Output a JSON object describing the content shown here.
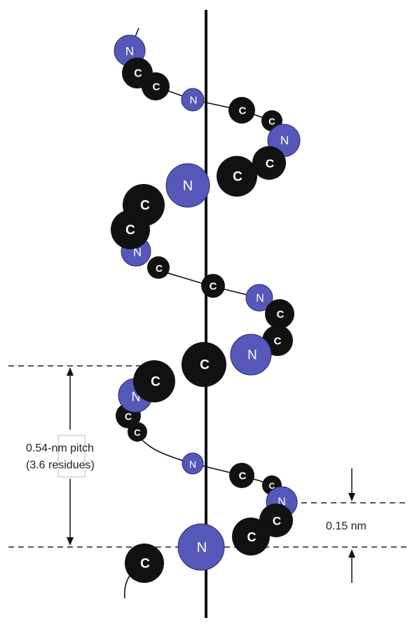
{
  "diagram": {
    "colors": {
      "carbon": "#111111",
      "nitrogen": "#5558b8",
      "axis": "#111111",
      "dash": "#222222",
      "text": "#222222"
    },
    "atom_labels": {
      "carbon": "C",
      "nitrogen": "N"
    },
    "pitch_label_line1": "0.54-nm pitch",
    "pitch_label_line2": "(3.6 residues)",
    "rise_label": "0.15 nm"
  }
}
